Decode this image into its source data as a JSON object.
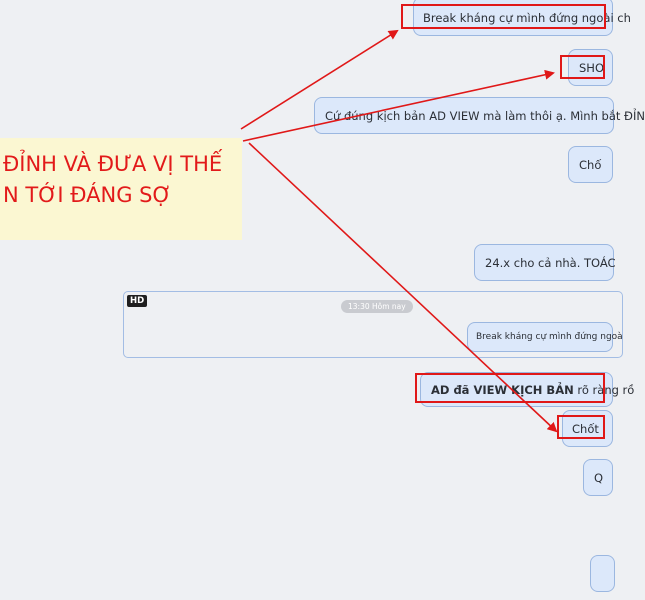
{
  "note": {
    "line1": "ĐỈNH VÀ ĐƯA VỊ THẾ",
    "line2": "N TỚI ĐÁNG SỢ"
  },
  "messages": {
    "m1": "Break kháng cự mình đứng ngoài ch",
    "m2": "SHO",
    "m3": "Cứ đúng kịch bản AD VIEW mà làm thôi ạ. Mình bắt ĐỈN",
    "m4": "Chố",
    "m5": "24.x cho cả nhà. TOÁC",
    "m6_bold": "AD đã VIEW KỊCH BẢN",
    "m6_rest": " rõ ràng rồ",
    "m7": "Chốt",
    "m8": "Q"
  },
  "media": {
    "badge": "HD",
    "time": "13:30 Hôm nay",
    "quote": "Break kháng cự mình đứng ngoà"
  },
  "colors": {
    "highlight": "#e01818",
    "note_bg": "#fbf7d2",
    "note_text": "#e21a1a",
    "bubble_bg": "#dce8fa",
    "bubble_border": "#9bb7e0"
  }
}
